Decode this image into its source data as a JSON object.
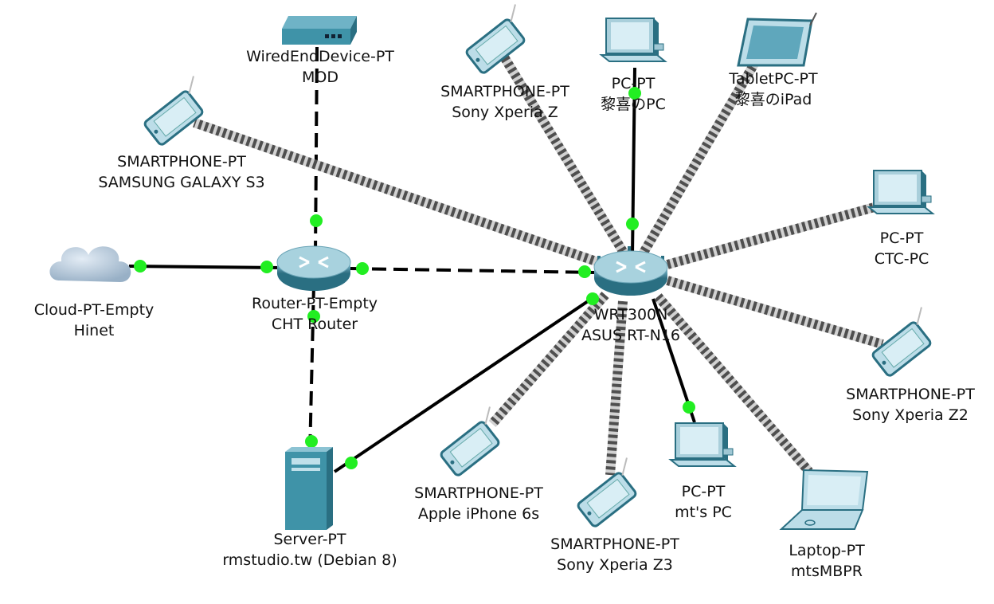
{
  "colors": {
    "device_body": "#3f93a8",
    "device_dark": "#2a6f82",
    "screen": "#d9eef5",
    "link": "#000000",
    "link_point": "#22ee22",
    "wireless_light": "#cccccc",
    "wireless_dark": "#555555",
    "cloud": "#a9bfd3"
  },
  "nodes": [
    {
      "id": "mod",
      "icon": "wired-end-device-icon",
      "type": "WiredEndDevice-PT",
      "name": "MOD"
    },
    {
      "id": "s3",
      "icon": "smartphone-icon",
      "type": "SMARTPHONE-PT",
      "name": "SAMSUNG GALAXY S3"
    },
    {
      "id": "xz",
      "icon": "smartphone-icon",
      "type": "SMARTPHONE-PT",
      "name": "Sony Xperia Z"
    },
    {
      "id": "pc1",
      "icon": "pc-icon",
      "type": "PC-PT",
      "name": "黎喜のPC"
    },
    {
      "id": "ipad",
      "icon": "tablet-icon",
      "type": "TabletPC-PT",
      "name": "黎喜のiPad"
    },
    {
      "id": "ctc",
      "icon": "pc-icon",
      "type": "PC-PT",
      "name": "CTC-PC"
    },
    {
      "id": "cloud",
      "icon": "cloud-icon",
      "type": "Cloud-PT-Empty",
      "name": "Hinet"
    },
    {
      "id": "router",
      "icon": "router-icon",
      "type": "Router-PT-Empty",
      "name": "CHT Router"
    },
    {
      "id": "wrt",
      "icon": "wireless-router-icon",
      "type": "WRT300N",
      "name": "ASUS RT-N16"
    },
    {
      "id": "xz2",
      "icon": "smartphone-icon",
      "type": "SMARTPHONE-PT",
      "name": "Sony Xperia Z2"
    },
    {
      "id": "iphone",
      "icon": "smartphone-icon",
      "type": "SMARTPHONE-PT",
      "name": "Apple iPhone 6s"
    },
    {
      "id": "mtpc",
      "icon": "pc-icon",
      "type": "PC-PT",
      "name": "mt's PC"
    },
    {
      "id": "server",
      "icon": "server-icon",
      "type": "Server-PT",
      "name": "rmstudio.tw (Debian 8)"
    },
    {
      "id": "xz3",
      "icon": "smartphone-icon",
      "type": "SMARTPHONE-PT",
      "name": "Sony Xperia Z3"
    },
    {
      "id": "laptop",
      "icon": "laptop-icon",
      "type": "Laptop-PT",
      "name": "mtsMBPR"
    }
  ],
  "links": [
    {
      "from": "router",
      "to": "mod",
      "style": "dashed"
    },
    {
      "from": "router",
      "to": "cloud",
      "style": "solid"
    },
    {
      "from": "router",
      "to": "wrt",
      "style": "dashed"
    },
    {
      "from": "router",
      "to": "server",
      "style": "dashed"
    },
    {
      "from": "wrt",
      "to": "server",
      "style": "solid"
    },
    {
      "from": "wrt",
      "to": "pc1",
      "style": "solid"
    },
    {
      "from": "wrt",
      "to": "mtpc",
      "style": "solid"
    },
    {
      "from": "wrt",
      "to": "s3",
      "style": "wireless"
    },
    {
      "from": "wrt",
      "to": "xz",
      "style": "wireless"
    },
    {
      "from": "wrt",
      "to": "ipad",
      "style": "wireless"
    },
    {
      "from": "wrt",
      "to": "ctc",
      "style": "wireless"
    },
    {
      "from": "wrt",
      "to": "xz2",
      "style": "wireless"
    },
    {
      "from": "wrt",
      "to": "iphone",
      "style": "wireless"
    },
    {
      "from": "wrt",
      "to": "xz3",
      "style": "wireless"
    },
    {
      "from": "wrt",
      "to": "laptop",
      "style": "wireless"
    }
  ]
}
